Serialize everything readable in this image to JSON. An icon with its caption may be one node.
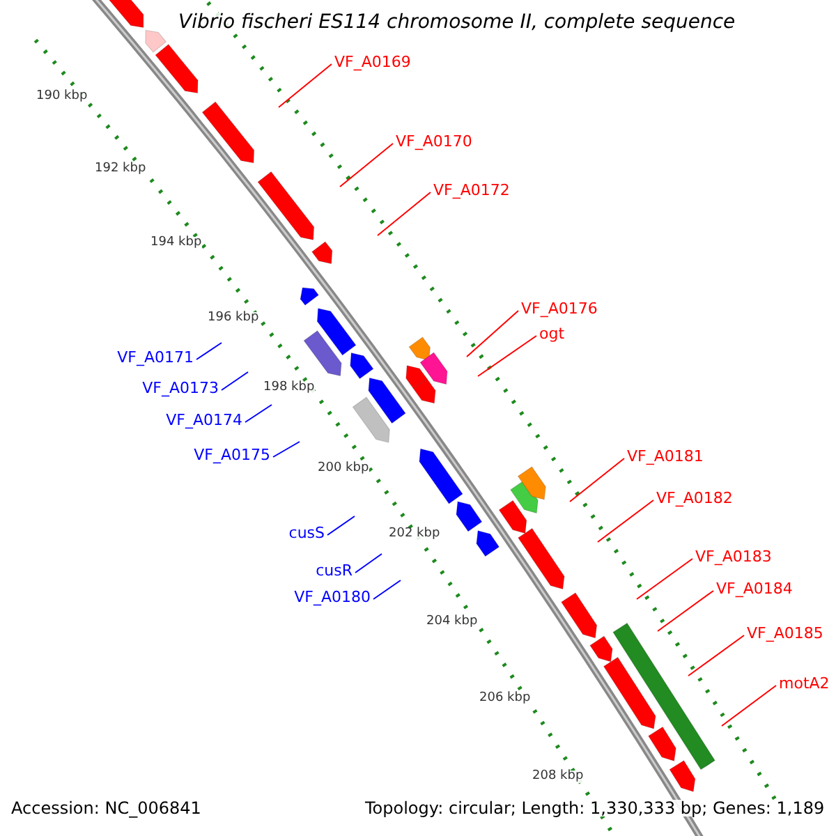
{
  "diagram": {
    "title": "Vibrio fischeri ES114 chromosome II, complete sequence",
    "nodes": [
      {
        "text": [
          "VF_A0169"
        ]
      },
      {
        "text": [
          "VF_A0170"
        ]
      },
      {
        "text": [
          "VF_A0172"
        ]
      },
      {
        "text": [
          "VF_A0171"
        ]
      },
      {
        "text": [
          "VF_A0176"
        ]
      },
      {
        "text": [
          "ogt"
        ]
      },
      {
        "text": [
          "VF_A0173"
        ]
      },
      {
        "text": [
          "VF_A0174"
        ]
      },
      {
        "text": [
          "VF_A0175"
        ]
      },
      {
        "text": [
          "VF_A0181"
        ]
      },
      {
        "text": [
          "VF_A0182"
        ]
      },
      {
        "text": [
          "cusS"
        ]
      },
      {
        "text": [
          "VF_A0183"
        ]
      },
      {
        "text": [
          "cusR"
        ]
      },
      {
        "text": [
          "VF_A0180"
        ]
      },
      {
        "text": [
          "VF_A0184"
        ]
      },
      {
        "text": [
          "VF_A0185"
        ]
      },
      {
        "text": [
          "motA2"
        ]
      }
    ],
    "edges": [
      {
        "from": 0,
        "to": null,
        "arrow": "none"
      },
      {
        "from": 1,
        "to": null,
        "arrow": "none"
      },
      {
        "from": 2,
        "to": null,
        "arrow": "none"
      },
      {
        "from": 3,
        "to": null,
        "arrow": "none",
        "color": "#0000ff"
      },
      {
        "from": 4,
        "to": null,
        "arrow": "none"
      },
      {
        "from": 5,
        "to": null,
        "arrow": "none"
      },
      {
        "from": 6,
        "to": null,
        "arrow": "none",
        "color": "#0000ff"
      },
      {
        "from": 7,
        "to": null,
        "arrow": "none",
        "color": "#0000ff"
      },
      {
        "from": 8,
        "to": null,
        "arrow": "none",
        "color": "#0000ff"
      },
      {
        "from": 9,
        "to": null,
        "arrow": "none"
      },
      {
        "from": 10,
        "to": null,
        "arrow": "none"
      },
      {
        "from": 11,
        "to": null,
        "arrow": "none",
        "color": "#0000ff"
      },
      {
        "from": 12,
        "to": null,
        "arrow": "none"
      },
      {
        "from": 13,
        "to": null,
        "arrow": "none",
        "color": "#0000ff"
      },
      {
        "from": 14,
        "to": null,
        "arrow": "none",
        "color": "#0000ff"
      },
      {
        "from": 15,
        "to": null,
        "arrow": "none"
      },
      {
        "from": 16,
        "to": null,
        "arrow": "none"
      },
      {
        "from": 17,
        "to": null,
        "arrow": "none"
      }
    ],
    "labels": [
      "190 kbp",
      "192 kbp",
      "194 kbp",
      "196 kbp",
      "198 kbp",
      "200 kbp",
      "202 kbp",
      "204 kbp",
      "206 kbp",
      "208 kbp",
      "Accession: NC_006841",
      "Topology: circular; Length: 1,330,333 bp; Genes: 1,189"
    ]
  }
}
